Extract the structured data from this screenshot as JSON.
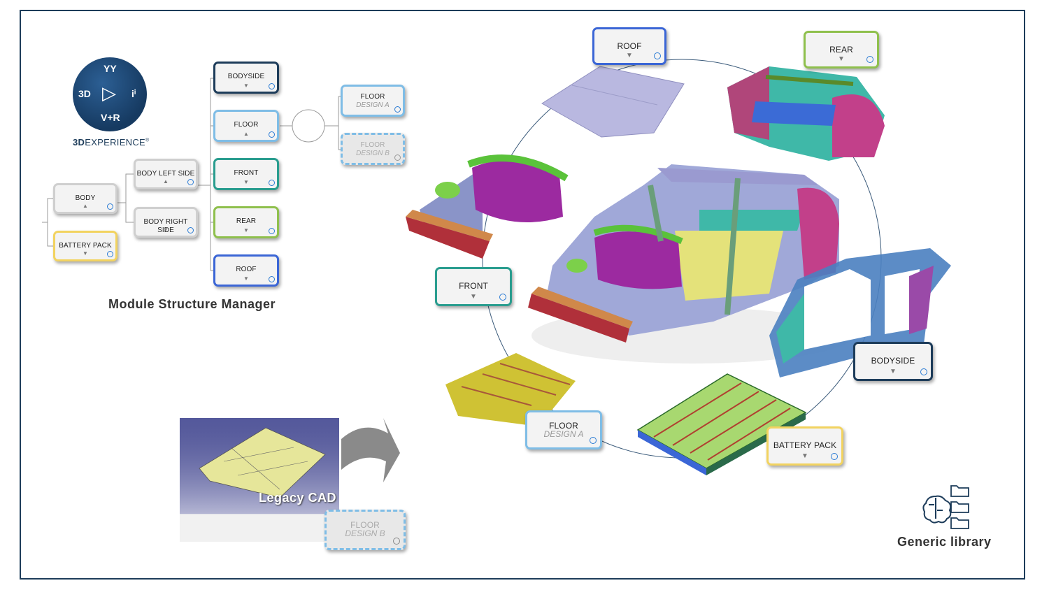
{
  "brand": {
    "logo_3d": "3D",
    "logo_play": "▷",
    "logo_top": "YY",
    "logo_bottom": "V+R",
    "logo_right": "iⁱ",
    "name_bold": "3D",
    "name_rest": "EXPERIENCE",
    "trademark": "®"
  },
  "captions": {
    "module_structure_manager": "Module Structure Manager",
    "generic_library": "Generic library",
    "legacy_cad": "Legacy CAD"
  },
  "tree": {
    "body": "BODY",
    "battery_pack": "BATTERY PACK",
    "body_left_side": "BODY LEFT SIDE",
    "body_right_side": "BODY RIGHT SIDE",
    "bodyside": "BODYSIDE",
    "floor": "FLOOR",
    "front": "FRONT",
    "rear": "REAR",
    "roof": "ROOF",
    "floor_a": {
      "label": "FLOOR",
      "variant": "DESIGN A"
    },
    "floor_b": {
      "label": "FLOOR",
      "variant": "DESIGN B"
    }
  },
  "library": {
    "roof": "ROOF",
    "rear": "REAR",
    "front": "FRONT",
    "bodyside": "BODYSIDE",
    "floor_a": {
      "label": "FLOOR",
      "variant": "DESIGN A"
    },
    "battery_pack": "BATTERY PACK",
    "floor_b": {
      "label": "FLOOR",
      "variant": "DESIGN B"
    }
  },
  "symbols": {
    "down": "▼",
    "up": "▲"
  },
  "colors": {
    "dark": "#1d3c5a",
    "light_blue": "#7fbde6",
    "teal": "#2a9d8f",
    "green": "#8fc04d",
    "blue": "#3b66d6",
    "yellow": "#f2d360"
  },
  "icons": [
    "brain-icon",
    "folder-icon",
    "power-icon",
    "arrow-icon"
  ]
}
